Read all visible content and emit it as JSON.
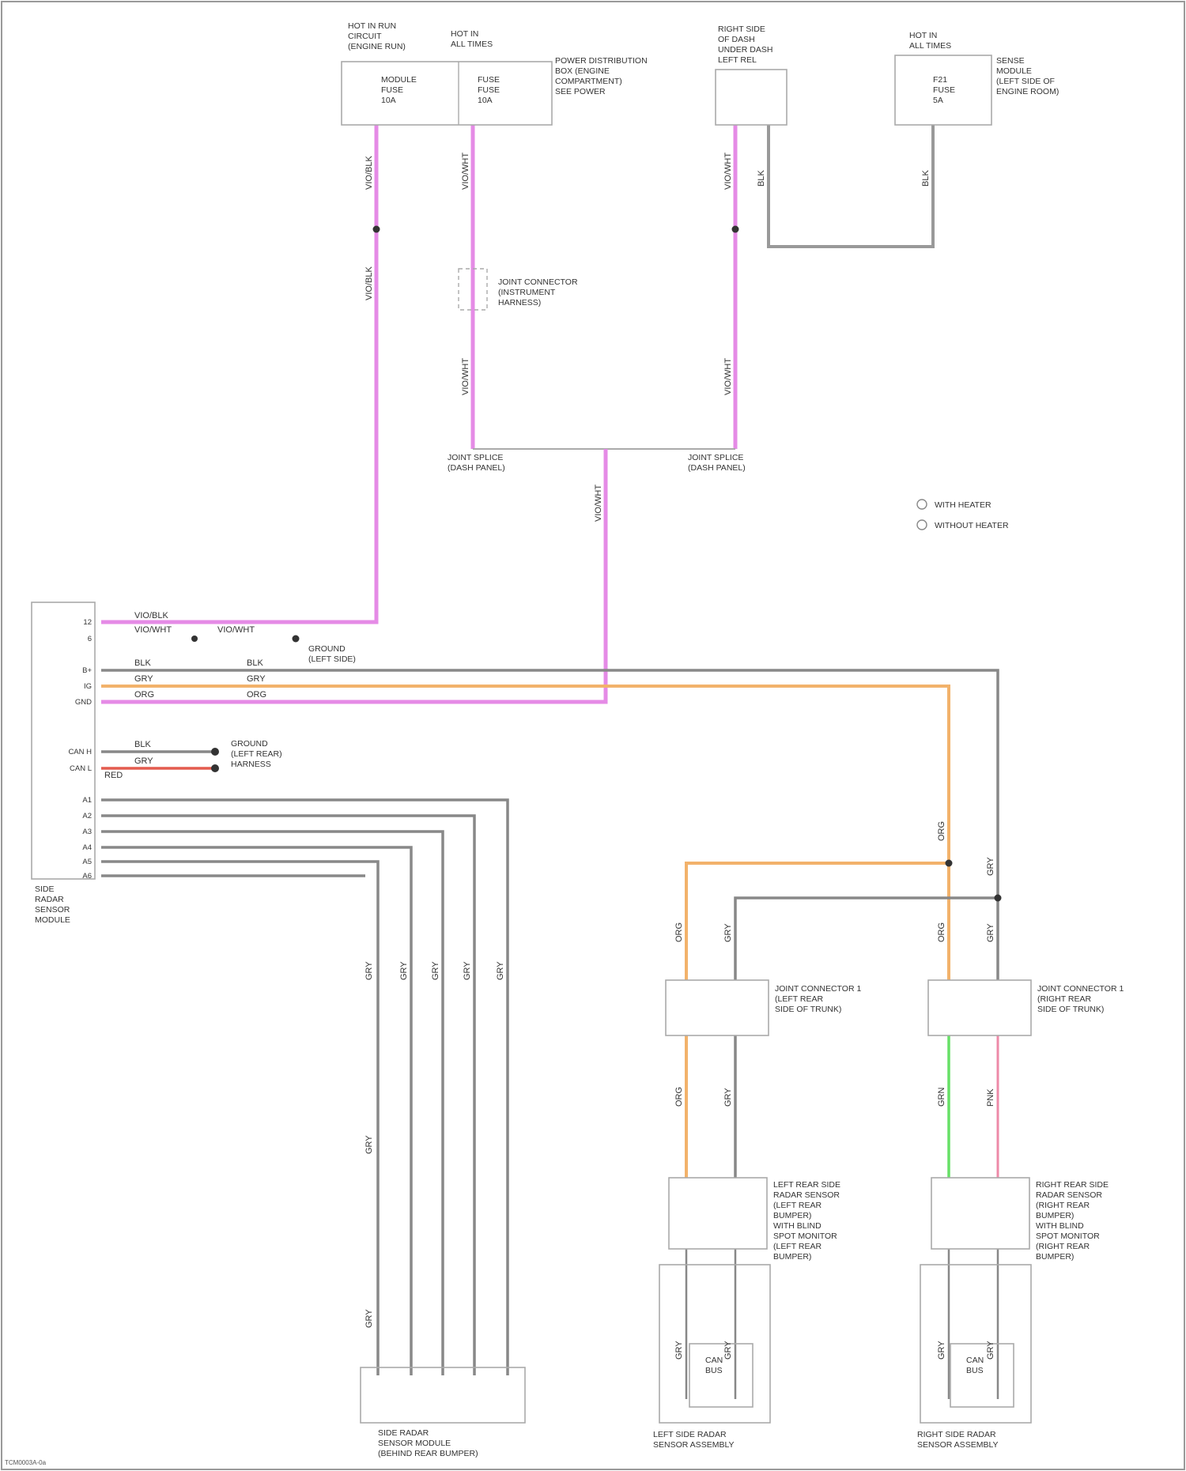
{
  "footer": {
    "code": "TCM0003A-0a"
  },
  "modules": {
    "fuse_block_left": {
      "lines": [
        "HOT IN RUN",
        "CIRCUIT",
        "(ENGINE RUN)"
      ]
    },
    "fuse_block_mid": {
      "lines": [
        "HOT IN",
        "ALL TIMES"
      ]
    },
    "fuse_block_desc": {
      "lines": [
        "POWER DISTRIBUTION",
        "BOX (ENGINE",
        "COMPARTMENT)",
        "SEE POWER"
      ]
    },
    "fuse_left_inner": {
      "lines": [
        "MODULE",
        "FUSE",
        "10A"
      ]
    },
    "fuse_mid_inner": {
      "lines": [
        "FUSE",
        "FUSE",
        "10A"
      ]
    },
    "right_relay": {
      "lines": [
        "RIGHT SIDE",
        "OF DASH",
        "UNDER DASH",
        "LEFT REL"
      ]
    },
    "far_right_fuse": {
      "lines": [
        "HOT IN",
        "ALL TIMES"
      ]
    },
    "far_right_fuse_inner": {
      "lines": [
        "F21",
        "FUSE",
        "5A"
      ]
    },
    "far_right_fuse_desc": {
      "lines": [
        "SENSE",
        "MODULE",
        "(LEFT SIDE OF",
        "ENGINE ROOM)"
      ]
    },
    "inline_connector": {
      "lines": [
        "JOINT CONNECTOR",
        "(INSTRUMENT",
        "HARNESS)"
      ]
    },
    "splice_left": {
      "lines": [
        "JOINT SPLICE",
        "(DASH PANEL)"
      ]
    },
    "splice_right": {
      "lines": [
        "JOINT SPLICE",
        "(DASH PANEL)"
      ]
    },
    "legend_a": {
      "text": "WITH HEATER"
    },
    "legend_b": {
      "text": "WITHOUT HEATER"
    },
    "control_module": {
      "lines": [
        "SIDE",
        "RADAR",
        "SENSOR",
        "MODULE"
      ]
    },
    "ground_note": {
      "lines": [
        "GROUND",
        "(LEFT SIDE)"
      ]
    },
    "ground_note2": {
      "lines": [
        "GROUND",
        "(LEFT REAR)",
        "HARNESS"
      ]
    },
    "joint_left": {
      "lines": [
        "JOINT CONNECTOR 1",
        "(LEFT REAR",
        "SIDE OF TRUNK)"
      ]
    },
    "joint_right": {
      "lines": [
        "JOINT CONNECTOR 1",
        "(RIGHT REAR",
        "SIDE OF TRUNK)"
      ]
    },
    "sensor_left": {
      "lines": [
        "LEFT REAR SIDE",
        "RADAR SENSOR",
        "(LEFT REAR",
        "BUMPER)",
        "WITH BLIND",
        "SPOT MONITOR",
        "(LEFT REAR",
        "BUMPER)"
      ]
    },
    "sensor_right": {
      "lines": [
        "RIGHT REAR SIDE",
        "RADAR SENSOR",
        "(RIGHT REAR",
        "BUMPER)",
        "WITH BLIND",
        "SPOT MONITOR",
        "(RIGHT REAR",
        "BUMPER)"
      ]
    },
    "bottom_box": {
      "lines": [
        "SIDE RADAR",
        "SENSOR MODULE",
        "(BEHIND REAR BUMPER)"
      ]
    },
    "left_sensor_bottom": {
      "lines": [
        "LEFT SIDE RADAR",
        "SENSOR ASSEMBLY"
      ]
    },
    "right_sensor_bottom": {
      "lines": [
        "RIGHT SIDE RADAR",
        "SENSOR ASSEMBLY"
      ]
    },
    "small_module_left": {
      "lines": [
        "CAN",
        "BUS"
      ]
    },
    "small_module_right": {
      "lines": [
        "CAN",
        "BUS"
      ]
    }
  },
  "wire_labels": {
    "vio_blk": "VIO/BLK",
    "vio_wht": "VIO/WHT",
    "blk": "BLK",
    "gry": "GRY",
    "org": "ORG",
    "red": "RED",
    "grn": "GRN",
    "pnk": "PNK"
  },
  "pins": {
    "left": [
      "12",
      "6",
      "B+",
      "IG",
      "GND",
      "",
      "CAN H",
      "CAN L",
      "",
      "A1",
      "A2",
      "A3",
      "A4",
      "A5",
      "A6"
    ]
  }
}
